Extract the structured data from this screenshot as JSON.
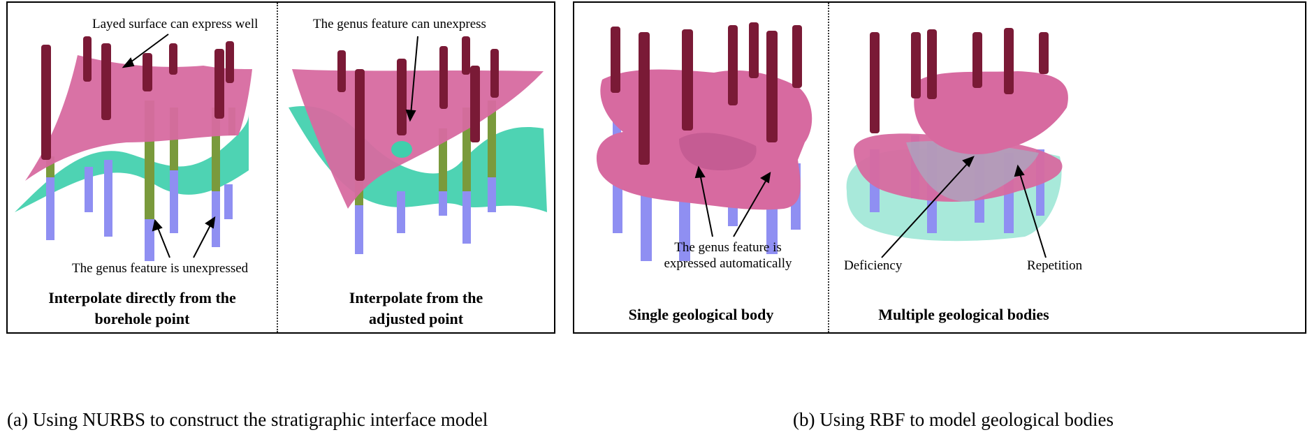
{
  "panel_a": {
    "left": {
      "annotation_top": "Layed surface can express well",
      "annotation_bottom": "The genus feature is unexpressed",
      "title_line1": "Interpolate directly from the",
      "title_line2": "borehole point"
    },
    "right": {
      "annotation_top": "The genus feature can unexpress",
      "title_line1": "Interpolate  from the",
      "title_line2": "adjusted point"
    },
    "caption": "(a) Using NURBS to construct the stratigraphic interface model"
  },
  "panel_b": {
    "left": {
      "annotation_line1": "The genus feature is",
      "annotation_line2": "expressed automatically",
      "title": "Single geological body"
    },
    "right": {
      "annotation_left": "Deficiency",
      "annotation_right": "Repetition",
      "title": "Multiple geological bodies"
    },
    "caption": "(b) Using RBF to model geological bodies"
  },
  "colors": {
    "borehole_top": "#7a1a36",
    "borehole_mid": "#7a9a3c",
    "borehole_bottom": "#8f8ff2",
    "surface_pink": "#d76aa0",
    "surface_teal": "#3fcfac"
  }
}
